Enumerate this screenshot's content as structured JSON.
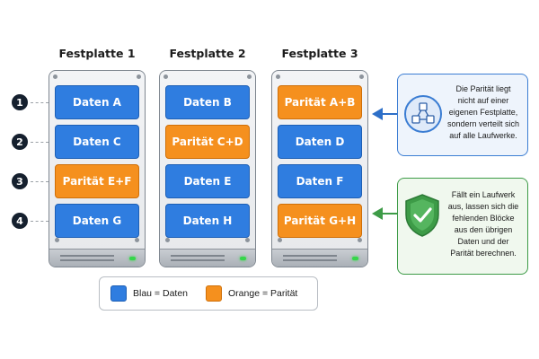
{
  "colors": {
    "data": "#2f7de0",
    "parity": "#f5901e",
    "info_blue": "#3b7dd3",
    "info_green": "#3d9b47"
  },
  "disks": [
    {
      "title": "Festplatte 1",
      "blocks": [
        {
          "label": "Daten A",
          "kind": "data"
        },
        {
          "label": "Daten C",
          "kind": "data"
        },
        {
          "label": "Parität E+F",
          "kind": "parity"
        },
        {
          "label": "Daten G",
          "kind": "data"
        }
      ]
    },
    {
      "title": "Festplatte 2",
      "blocks": [
        {
          "label": "Daten B",
          "kind": "data"
        },
        {
          "label": "Parität C+D",
          "kind": "parity"
        },
        {
          "label": "Daten E",
          "kind": "data"
        },
        {
          "label": "Daten H",
          "kind": "data"
        }
      ]
    },
    {
      "title": "Festplatte 3",
      "blocks": [
        {
          "label": "Parität A+B",
          "kind": "parity"
        },
        {
          "label": "Daten D",
          "kind": "data"
        },
        {
          "label": "Daten F",
          "kind": "data"
        },
        {
          "label": "Parität G+H",
          "kind": "parity"
        }
      ]
    }
  ],
  "rows": [
    "1",
    "2",
    "3",
    "4"
  ],
  "legend": {
    "data": "Blau = Daten",
    "parity": "Orange = Parität"
  },
  "info": {
    "distributed": {
      "icon": "distributed-network-icon",
      "lines": [
        "Die Parität liegt",
        "nicht auf einer",
        "eigenen Festplatte,",
        "sondern verteilt sich",
        "auf alle Laufwerke."
      ]
    },
    "recovery": {
      "icon": "shield-check-icon",
      "lines": [
        "Fällt ein Laufwerk",
        "aus, lassen sich die",
        "fehlenden Blöcke",
        "aus den übrigen",
        "Daten und der",
        "Parität berechnen."
      ]
    }
  }
}
